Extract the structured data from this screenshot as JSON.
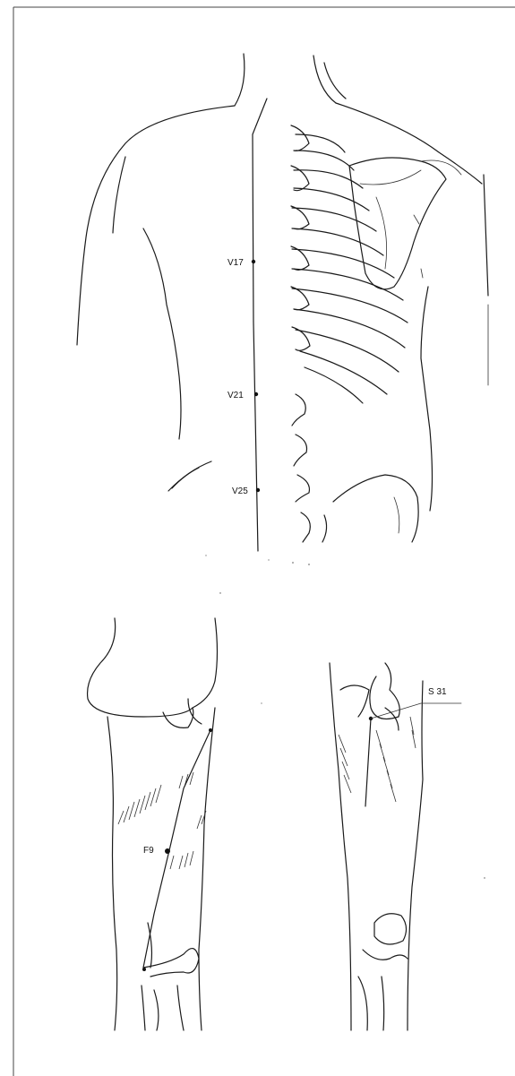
{
  "colors": {
    "ink": "#1a1a1a",
    "paper": "#ffffff",
    "frame": "#444444"
  },
  "back": {
    "points": [
      {
        "label": "V17"
      },
      {
        "label": "V21"
      },
      {
        "label": "V25"
      }
    ]
  },
  "leg_posterior": {
    "points": [
      {
        "label": "F9"
      }
    ]
  },
  "leg_anterior": {
    "points": [
      {
        "label": "S 31"
      }
    ]
  }
}
